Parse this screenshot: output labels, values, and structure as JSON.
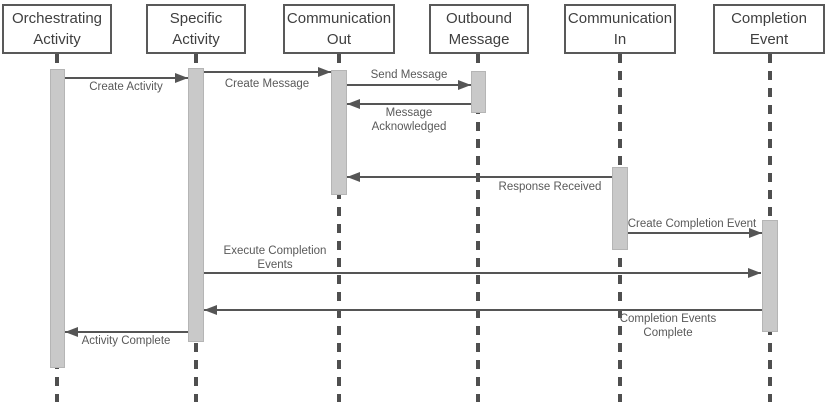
{
  "diagram_type": "sequence-diagram",
  "colors": {
    "line": "#555555",
    "box_border": "#595959",
    "box_text": "#3f3f3f",
    "label_text": "#595959",
    "activation_fill": "#c9c9c9",
    "activation_border": "#b5b5b5",
    "background": "#ffffff"
  },
  "actors": [
    {
      "id": "orchestrating-activity",
      "label": "Orchestrating Activity"
    },
    {
      "id": "specific-activity",
      "label": "Specific Activity"
    },
    {
      "id": "communication-out",
      "label": "Communication Out"
    },
    {
      "id": "outbound-message",
      "label": "Outbound Message"
    },
    {
      "id": "communication-in",
      "label": "Communication In"
    },
    {
      "id": "completion-event",
      "label": "Completion Event"
    }
  ],
  "messages": [
    {
      "id": "create-activity",
      "label": "Create Activity",
      "from": "Orchestrating Activity",
      "to": "Specific Activity",
      "direction": "right"
    },
    {
      "id": "create-message",
      "label": "Create Message",
      "from": "Specific Activity",
      "to": "Communication Out",
      "direction": "right"
    },
    {
      "id": "send-message",
      "label": "Send Message",
      "from": "Communication Out",
      "to": "Outbound Message",
      "direction": "right"
    },
    {
      "id": "message-acknowledged",
      "label": "Message Acknowledged",
      "from": "Outbound Message",
      "to": "Communication Out",
      "direction": "left"
    },
    {
      "id": "response-received",
      "label": "Response Received",
      "from": "Communication In",
      "to": "Communication Out",
      "direction": "left"
    },
    {
      "id": "create-completion-event",
      "label": "Create Completion Event",
      "from": "Communication In",
      "to": "Completion Event",
      "direction": "right"
    },
    {
      "id": "execute-completion-events",
      "label": "Execute Completion Events",
      "from": "Specific Activity",
      "to": "Completion Event",
      "direction": "right"
    },
    {
      "id": "completion-events-complete",
      "label": "Completion Events Complete",
      "from": "Completion Event",
      "to": "Specific Activity",
      "direction": "left"
    },
    {
      "id": "activity-complete",
      "label": "Activity Complete",
      "from": "Specific Activity",
      "to": "Orchestrating Activity",
      "direction": "left"
    }
  ]
}
